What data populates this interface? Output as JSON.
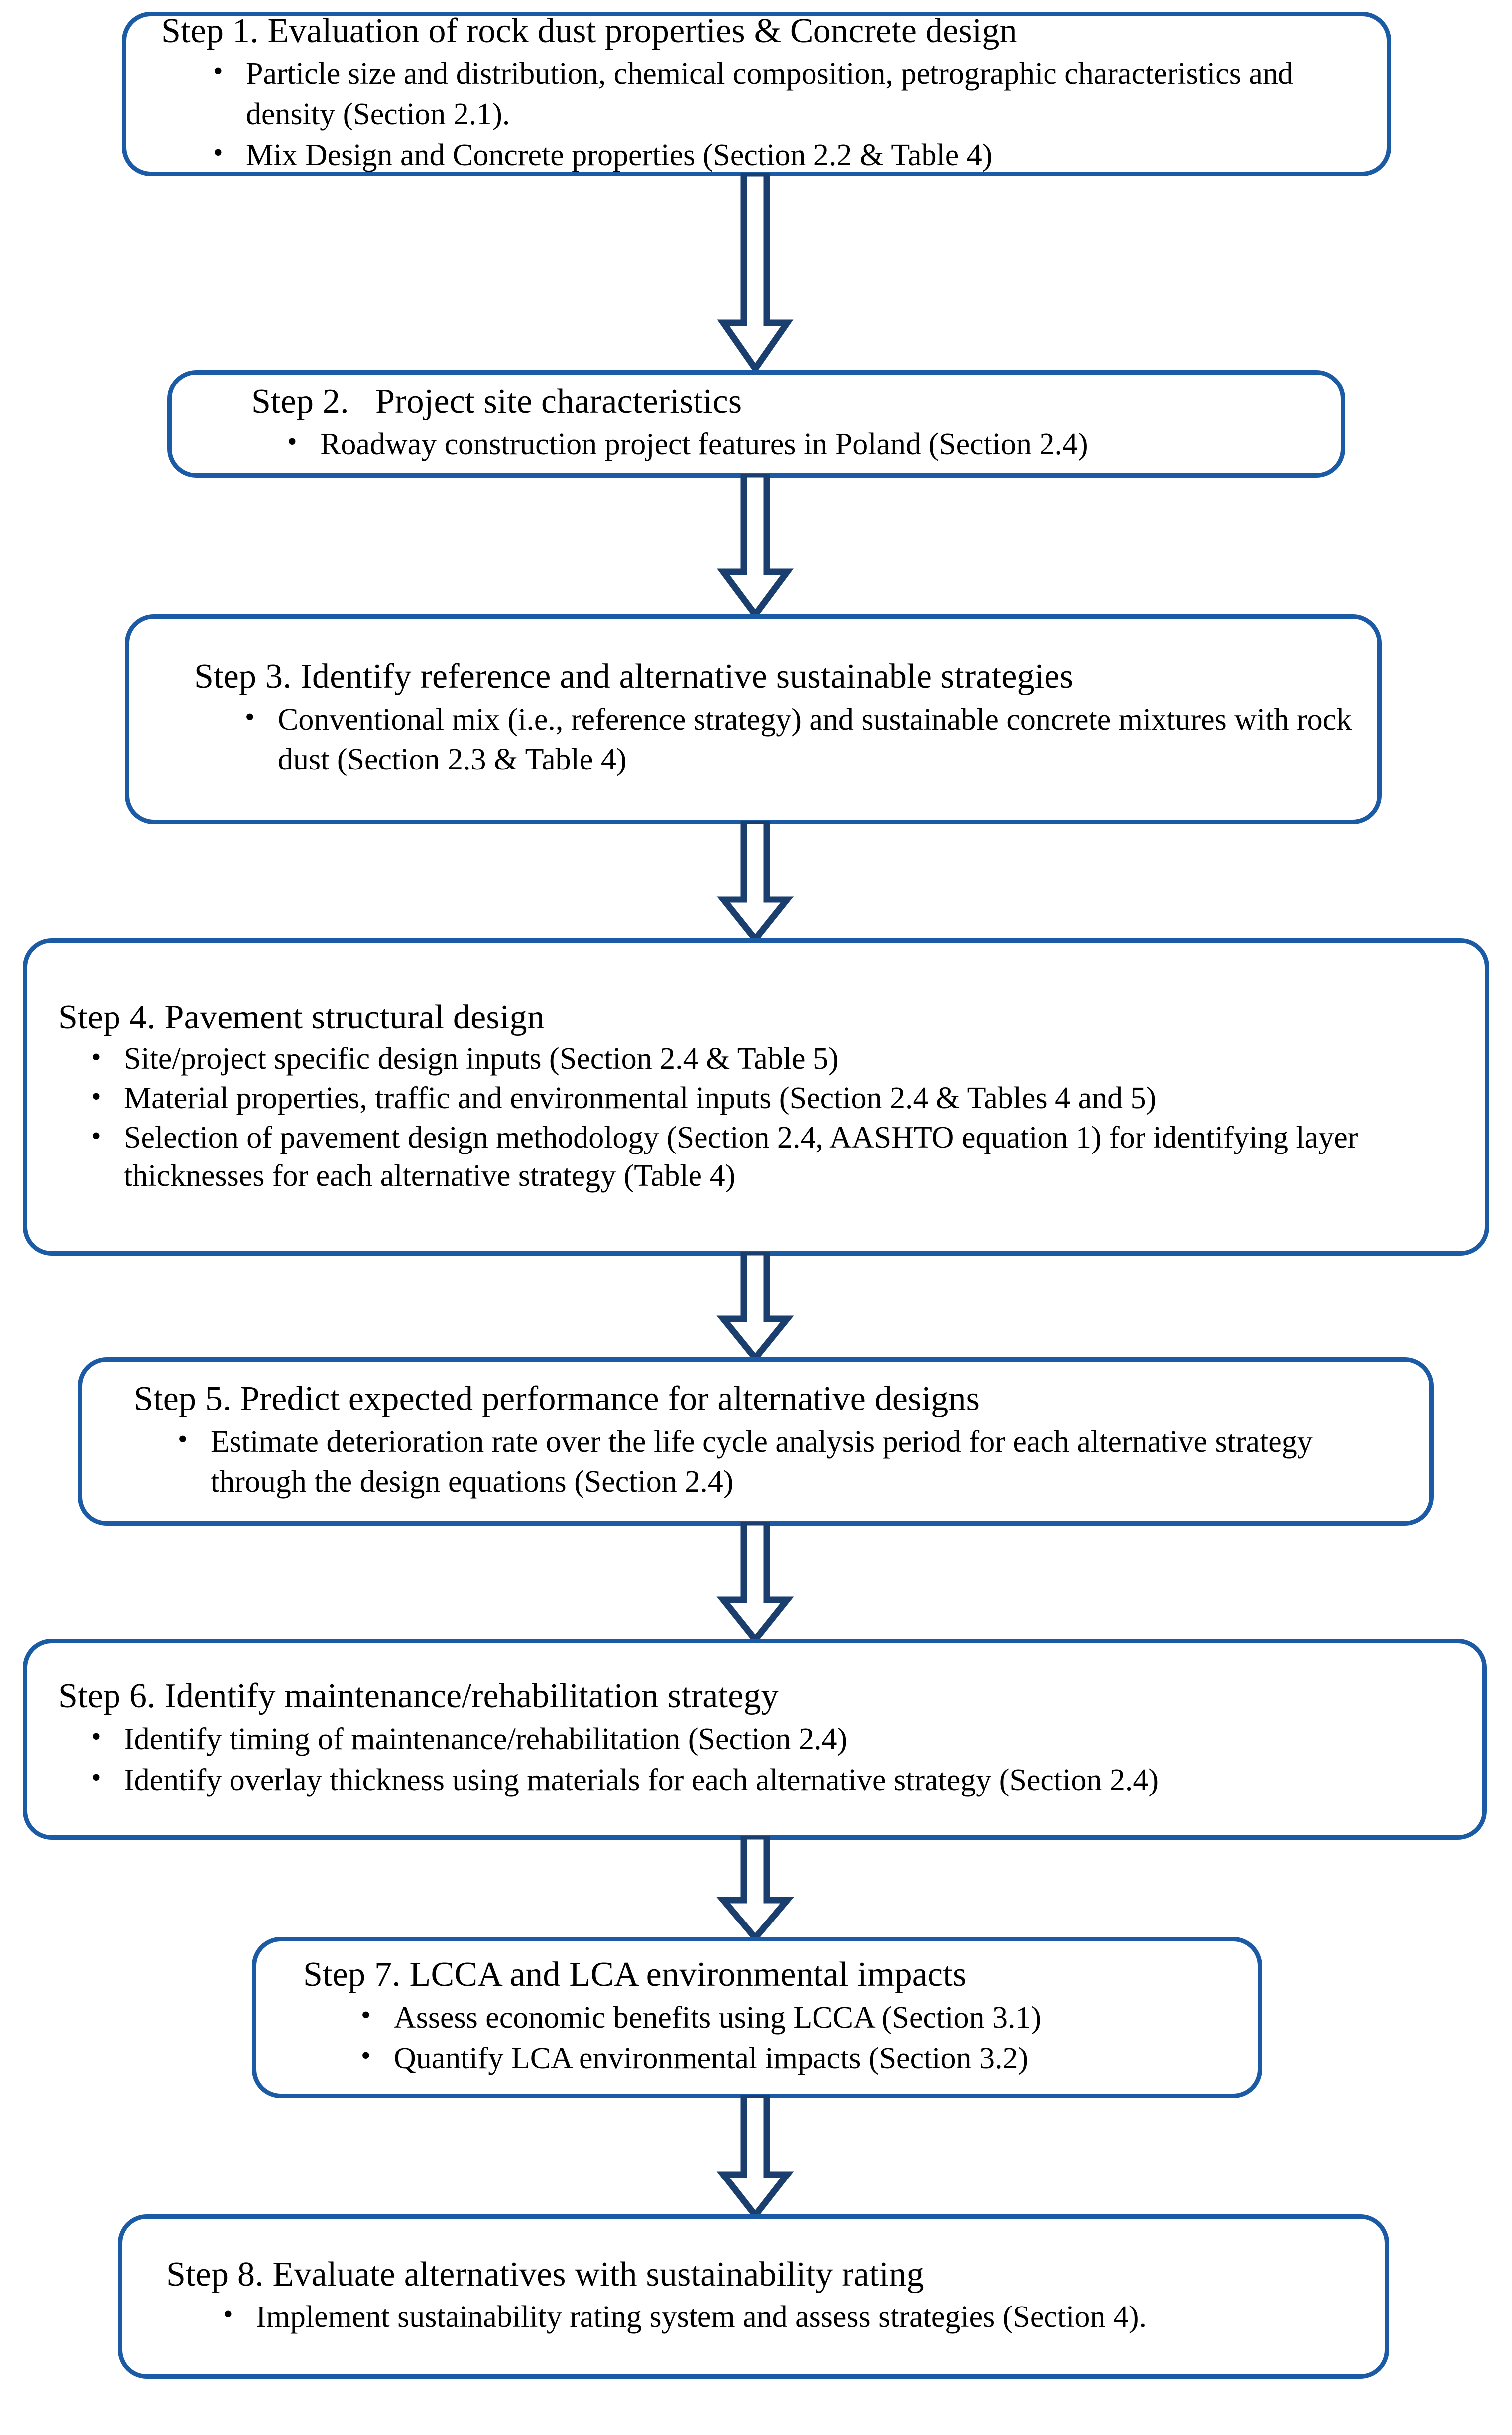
{
  "diagram": {
    "title": "Sustainable pavement design framework flowchart",
    "orientation": "vertical top-to-bottom",
    "box_border_color": "#1b5aa4",
    "arrow_color": "#1a3e6e",
    "background_color": "#ffffff",
    "connector_label": "block-arrow-down"
  },
  "steps": [
    {
      "id": "step-1",
      "title": "Step 1. Evaluation of rock dust properties & Concrete design",
      "bullets": [
        "Particle size and distribution, chemical composition, petrographic characteristics and density (Section 2.1).",
        "Mix Design and Concrete properties (Section 2.2 & Table 4)"
      ]
    },
    {
      "id": "step-2",
      "title": "Step 2.   Project site characteristics",
      "bullets": [
        "Roadway construction project features in Poland (Section 2.4)"
      ]
    },
    {
      "id": "step-3",
      "title": "Step 3. Identify reference and alternative sustainable strategies",
      "bullets": [
        "Conventional mix (i.e., reference strategy) and sustainable concrete mixtures with rock dust (Section 2.3 & Table 4)"
      ]
    },
    {
      "id": "step-4",
      "title": "Step 4. Pavement structural design",
      "bullets": [
        "Site/project specific design inputs (Section 2.4 & Table 5)",
        "Material properties, traffic and environmental inputs (Section 2.4 & Tables 4 and 5)",
        "Selection of pavement design methodology (Section 2.4, AASHTO equation 1) for identifying layer thicknesses for each alternative strategy (Table 4)"
      ]
    },
    {
      "id": "step-5",
      "title": "Step 5. Predict expected performance for alternative designs",
      "bullets": [
        "Estimate deterioration rate over the life cycle analysis period for each alternative strategy through the design equations (Section 2.4)"
      ]
    },
    {
      "id": "step-6",
      "title": "Step 6. Identify maintenance/rehabilitation strategy",
      "bullets": [
        "Identify timing of maintenance/rehabilitation (Section 2.4)",
        "Identify overlay thickness using materials for each alternative strategy (Section 2.4)"
      ]
    },
    {
      "id": "step-7",
      "title": "Step 7. LCCA and LCA environmental impacts",
      "bullets": [
        "Assess economic benefits using LCCA (Section 3.1)",
        "Quantify LCA environmental impacts (Section 3.2)"
      ]
    },
    {
      "id": "step-8",
      "title": "Step 8. Evaluate alternatives with sustainability rating",
      "bullets": [
        "Implement sustainability rating system and assess strategies (Section 4)."
      ]
    }
  ]
}
